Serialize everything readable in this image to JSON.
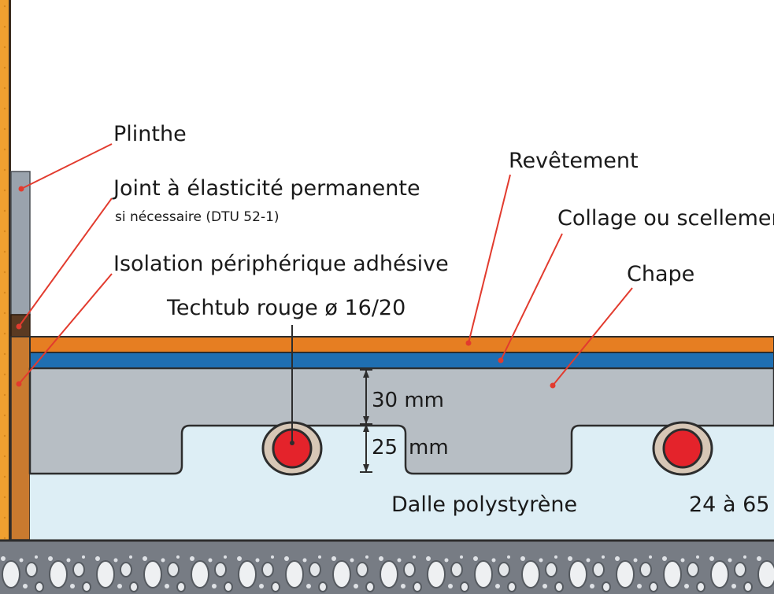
{
  "labels": {
    "plinthe": "Plinthe",
    "joint": "Joint à élasticité permanente",
    "joint_note": "si nécessaire (DTU 52-1)",
    "isolation": "Isolation périphérique adhésive",
    "techtub": "Techtub rouge ø 16/20",
    "revetement": "Revêtement",
    "collage": "Collage ou scellement",
    "chape": "Chape",
    "dalle": "Dalle polystyrène",
    "dalle_thickness": "24 à 65",
    "dim_chape": "30 mm",
    "dim_plot": "25",
    "dim_plot_unit": "mm"
  },
  "colors": {
    "wall": "#f0a030",
    "plinthe": "#9aa3ad",
    "joint": "#5a3a22",
    "isolation": "#c97a2f",
    "revetement": "#e67e22",
    "collage": "#1f6fb2",
    "chape": "#b7bec4",
    "dalle": "#ddeef5",
    "tube": "#e4232b",
    "leader": "#e23b2e",
    "concrete": "#7b8088"
  }
}
